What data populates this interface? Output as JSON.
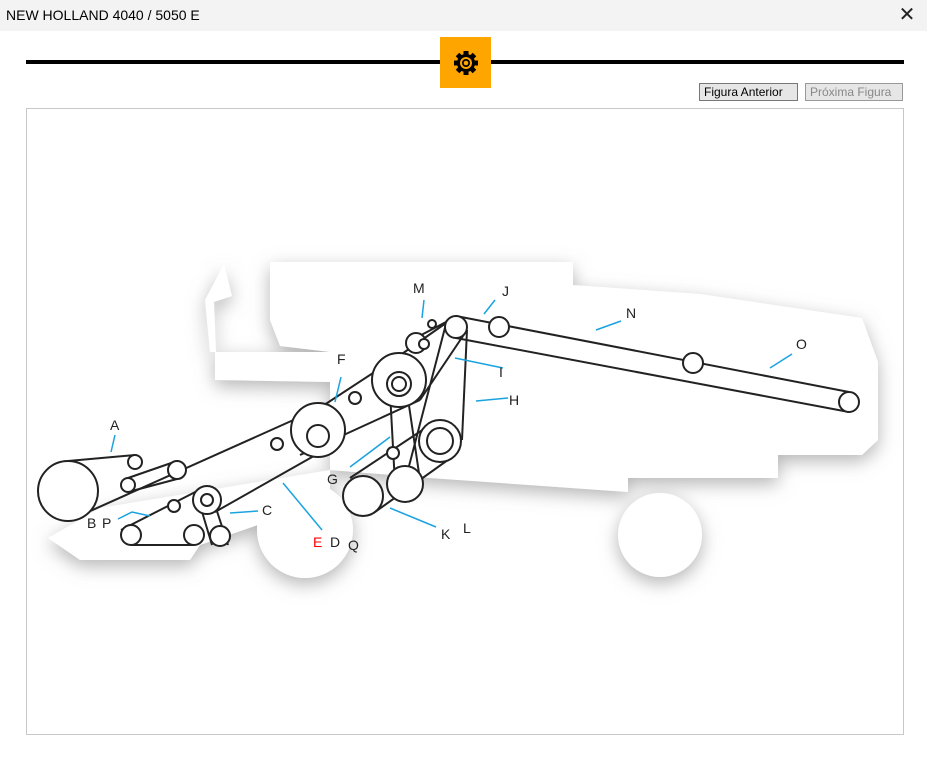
{
  "window": {
    "title": "NEW HOLLAND 4040 / 5050 E",
    "close_icon": "close-icon"
  },
  "header": {
    "icon": "gear-icon",
    "accent_color": "#ffa500"
  },
  "nav": {
    "prev_label": "Figura Anterior",
    "next_label": "Próxima Figura",
    "next_disabled": true
  },
  "diagram": {
    "labels": {
      "A": "A",
      "B": "B",
      "P": "P",
      "C": "C",
      "D": "D",
      "E": "E",
      "Q": "Q",
      "F": "F",
      "G": "G",
      "H": "H",
      "I": "I",
      "J": "J",
      "K": "K",
      "L": "L",
      "M": "M",
      "N": "N",
      "O": "O"
    },
    "highlighted_label": "E",
    "highlight_color": "#ff0000",
    "arrow_color": "#1aa3e0"
  }
}
